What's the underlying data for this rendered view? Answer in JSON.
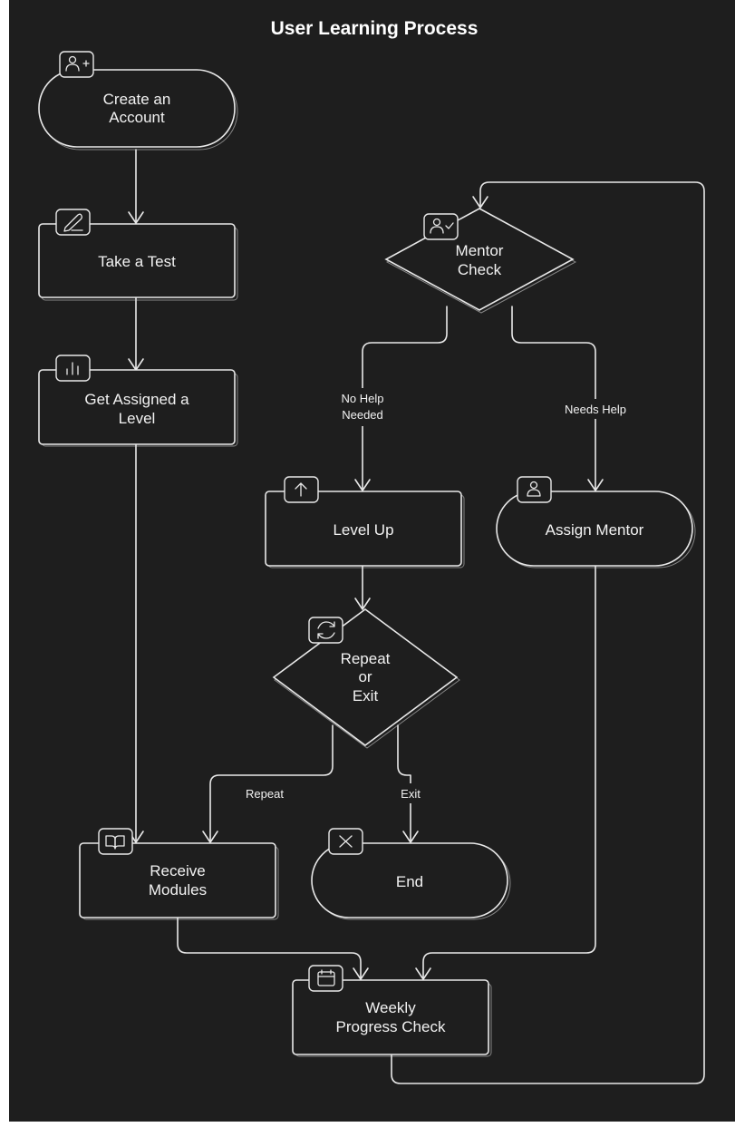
{
  "title": "User Learning Process",
  "nodes": {
    "create_account": {
      "lines": [
        "Create an",
        "Account"
      ],
      "icon": "user-plus-icon"
    },
    "take_test": {
      "lines": [
        "Take a Test"
      ],
      "icon": "pencil-icon"
    },
    "assigned_level": {
      "lines": [
        "Get Assigned a",
        "Level"
      ],
      "icon": "bar-chart-icon"
    },
    "mentor_check": {
      "lines": [
        "Mentor",
        "Check"
      ],
      "icon": "user-check-icon"
    },
    "level_up": {
      "lines": [
        "Level Up"
      ],
      "icon": "arrow-up-icon"
    },
    "assign_mentor": {
      "lines": [
        "Assign Mentor"
      ],
      "icon": "user-icon"
    },
    "repeat_or_exit": {
      "lines": [
        "Repeat",
        "or",
        "Exit"
      ],
      "icon": "refresh-icon"
    },
    "receive_modules": {
      "lines": [
        "Receive",
        "Modules"
      ],
      "icon": "book-icon"
    },
    "end": {
      "lines": [
        "End"
      ],
      "icon": "close-icon"
    },
    "weekly_check": {
      "lines": [
        "Weekly",
        "Progress Check"
      ],
      "icon": "calendar-icon"
    }
  },
  "edge_labels": {
    "no_help": [
      "No Help",
      "Needed"
    ],
    "needs_help": [
      "Needs Help"
    ],
    "repeat": [
      "Repeat"
    ],
    "exit": [
      "Exit"
    ]
  },
  "colors": {
    "background": "#1e1e1e",
    "stroke": "#e8e8e8",
    "text": "#f2f2f2",
    "page": "#ffffff"
  }
}
